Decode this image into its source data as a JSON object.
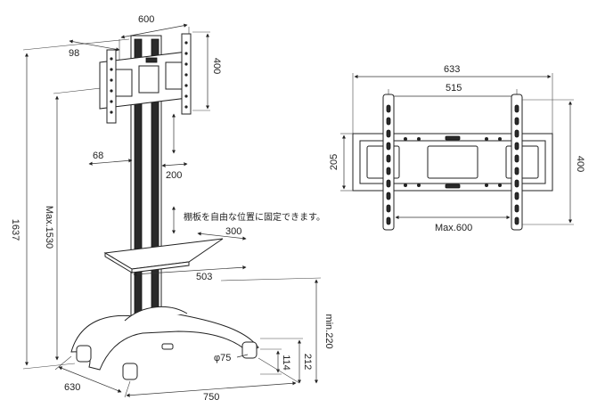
{
  "stand": {
    "mount_width": "600",
    "pole_offset": "98",
    "mount_height": "400",
    "overall_height": "1637",
    "max_height": "Max.1530",
    "side_offset": "68",
    "bracket_depth": "200",
    "shelf_note": "棚板を自由な位置に固定できます。",
    "shelf_depth": "300",
    "shelf_width": "503",
    "min_height": "min.220",
    "caster_diameter": "φ75",
    "caster_height": "114",
    "base_height": "212",
    "base_depth": "630",
    "base_width": "750"
  },
  "bracket": {
    "outer_width": "633",
    "rail_span": "515",
    "frame_height": "205",
    "rail_height": "400",
    "max_span": "Max.600"
  }
}
